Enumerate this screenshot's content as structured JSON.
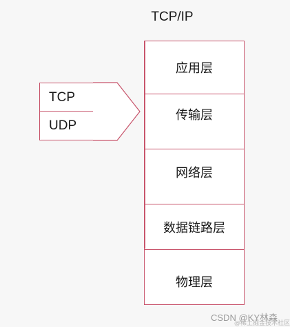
{
  "title": "TCP/IP",
  "layers": [
    {
      "label": "应用层"
    },
    {
      "label": "传输层"
    },
    {
      "label": "网络层"
    },
    {
      "label": "数据链路层"
    },
    {
      "label": "物理层"
    }
  ],
  "protocols": [
    {
      "label": "TCP"
    },
    {
      "label": "UDP"
    }
  ],
  "watermark": {
    "text": "CSDN @KY林森",
    "sub": "@稀土掘金技术社区"
  },
  "colors": {
    "border": "#c8546b",
    "background": "#f7f7f7",
    "text": "#1a1a1a"
  }
}
